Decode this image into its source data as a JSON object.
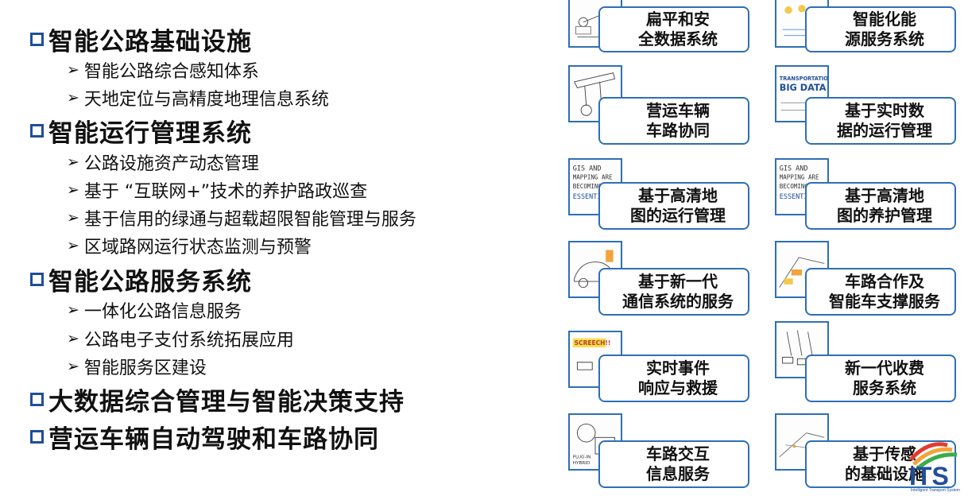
{
  "outline": [
    {
      "title": "智能公路基础设施",
      "items": [
        "智能公路综合感知体系",
        "天地定位与高精度地理信息系统"
      ]
    },
    {
      "title": "智能运行管理系统",
      "items": [
        "公路设施资产动态管理",
        "基于 “互联网+”技术的养护路政巡查",
        "基于信用的绿通与超载超限智能管理与服务",
        "区域路网运行状态监测与预警"
      ]
    },
    {
      "title": "智能公路服务系统",
      "items": [
        "一体化公路信息服务",
        "公路电子支付系统拓展应用",
        "智能服务区建设"
      ]
    },
    {
      "title": "大数据综合管理与智能决策支持",
      "items": []
    },
    {
      "title": "营运车辆自动驾驶和车路协同",
      "items": []
    }
  ],
  "cards": [
    {
      "label": "扁平和安全数据系统",
      "line1": "扁平和安",
      "line2": "全数据系统",
      "icon": "sketch-network-icon"
    },
    {
      "label": "智能化能源服务系统",
      "line1": "智能化能",
      "line2": "源服务系统",
      "icon": "sketch-energy-icon"
    },
    {
      "label": "营运车辆车路协同",
      "line1": "营运车辆",
      "line2": "车路协同",
      "icon": "sketch-crane-icon"
    },
    {
      "label": "基于实时数据的运行管理",
      "line1": "基于实时数",
      "line2": "据的运行管理",
      "icon": "big-data-icon",
      "thumb_text": [
        "TRANSPORTATION",
        "BIG DATA"
      ]
    },
    {
      "label": "基于高清地图的运行管理",
      "line1": "基于高清地",
      "line2": "图的运行管理",
      "icon": "gis-mapping-icon",
      "thumb_text": [
        "GIS AND",
        "MAPPING ARE",
        "BECOMING",
        "ESSENTIAL"
      ]
    },
    {
      "label": "基于高清地图的养护管理",
      "line1": "基于高清地",
      "line2": "图的养护管理",
      "icon": "gis-mapping-icon",
      "thumb_text": [
        "GIS AND",
        "MAPPING ARE",
        "BECOMING",
        "ESSENTIAL"
      ]
    },
    {
      "label": "基于新一代通信系统的服务",
      "line1": "基于新一代",
      "line2": "通信系统的服务",
      "icon": "sketch-car-phone-icon"
    },
    {
      "label": "车路合作及智能车支撑服务",
      "line1": "车路合作及",
      "line2": "智能车支撑服务",
      "icon": "sketch-road-cars-icon"
    },
    {
      "label": "实时事件响应与救援",
      "line1": "实时事件",
      "line2": "响应与救援",
      "icon": "sketch-rescue-icon",
      "thumb_text": [
        "SCREECH!!"
      ]
    },
    {
      "label": "新一代收费服务系统",
      "line1": "新一代收费",
      "line2": "服务系统",
      "icon": "sketch-toll-icon"
    },
    {
      "label": "车路交互信息服务",
      "line1": "车路交互",
      "line2": "信息服务",
      "icon": "sketch-charging-icon",
      "thumb_text": [
        "PLUG-IN",
        "HYBRID"
      ]
    },
    {
      "label": "基于传感的基础设施",
      "line1": "基于传感",
      "line2": "的基础设施",
      "icon": "sketch-sensor-road-icon"
    }
  ],
  "logo": {
    "text": "ITS",
    "subtext": "Intelligent Transport System"
  },
  "colors": {
    "accent": "#2e6fb5",
    "bullet": "#1f4e9a"
  }
}
